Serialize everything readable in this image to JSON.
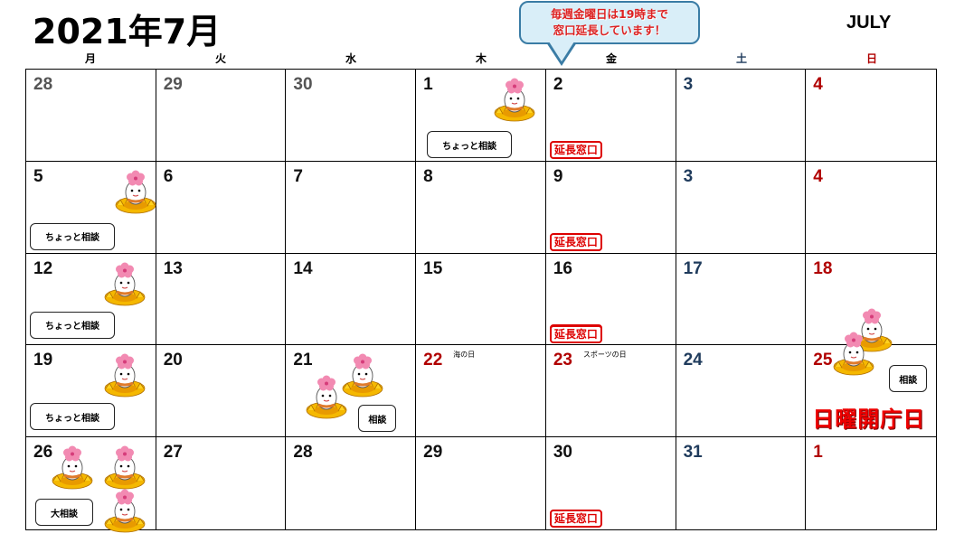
{
  "header": {
    "title": "2021年7月",
    "month_en": "JULY",
    "notice_line1": "毎週金曜日は19時まで",
    "notice_line2": "窓口延長しています！"
  },
  "weekdays": [
    "月",
    "火",
    "水",
    "木",
    "金",
    "土",
    "日"
  ],
  "colors": {
    "weekday_text": "#111111",
    "saturday_text": "#1f3b5c",
    "sunday_text": "#b00000",
    "extend_tag": "#dd0000",
    "notice_bg": "#d9eef8",
    "notice_border": "#3a7ca5"
  },
  "labels": {
    "extend_window": "延長窓口",
    "chotto_talk": "ちょっと相談",
    "talk": "相談",
    "big_talk": "大相談",
    "sunday_open": "日曜開庁日"
  },
  "weeks": [
    [
      {
        "d": "28",
        "kind": "other"
      },
      {
        "d": "29",
        "kind": "other"
      },
      {
        "d": "30",
        "kind": "other"
      },
      {
        "d": "1",
        "kind": "weekday"
      },
      {
        "d": "2",
        "kind": "weekday"
      },
      {
        "d": "3",
        "kind": "sat"
      },
      {
        "d": "4",
        "kind": "sun"
      }
    ],
    [
      {
        "d": "5",
        "kind": "weekday"
      },
      {
        "d": "6",
        "kind": "weekday"
      },
      {
        "d": "7",
        "kind": "weekday"
      },
      {
        "d": "8",
        "kind": "weekday"
      },
      {
        "d": "9",
        "kind": "weekday"
      },
      {
        "d": "3",
        "kind": "sat"
      },
      {
        "d": "4",
        "kind": "sun"
      }
    ],
    [
      {
        "d": "12",
        "kind": "weekday"
      },
      {
        "d": "13",
        "kind": "weekday"
      },
      {
        "d": "14",
        "kind": "weekday"
      },
      {
        "d": "15",
        "kind": "weekday"
      },
      {
        "d": "16",
        "kind": "weekday"
      },
      {
        "d": "17",
        "kind": "sat"
      },
      {
        "d": "18",
        "kind": "sun"
      }
    ],
    [
      {
        "d": "19",
        "kind": "weekday"
      },
      {
        "d": "20",
        "kind": "weekday"
      },
      {
        "d": "21",
        "kind": "weekday"
      },
      {
        "d": "22",
        "kind": "holiday",
        "holiday": "海の日"
      },
      {
        "d": "23",
        "kind": "holiday",
        "holiday": "スポーツの日"
      },
      {
        "d": "24",
        "kind": "sat"
      },
      {
        "d": "25",
        "kind": "sun"
      }
    ],
    [
      {
        "d": "26",
        "kind": "weekday"
      },
      {
        "d": "27",
        "kind": "weekday"
      },
      {
        "d": "28",
        "kind": "weekday"
      },
      {
        "d": "29",
        "kind": "weekday"
      },
      {
        "d": "30",
        "kind": "weekday"
      },
      {
        "d": "31",
        "kind": "sat"
      },
      {
        "d": "1",
        "kind": "sun"
      }
    ]
  ]
}
